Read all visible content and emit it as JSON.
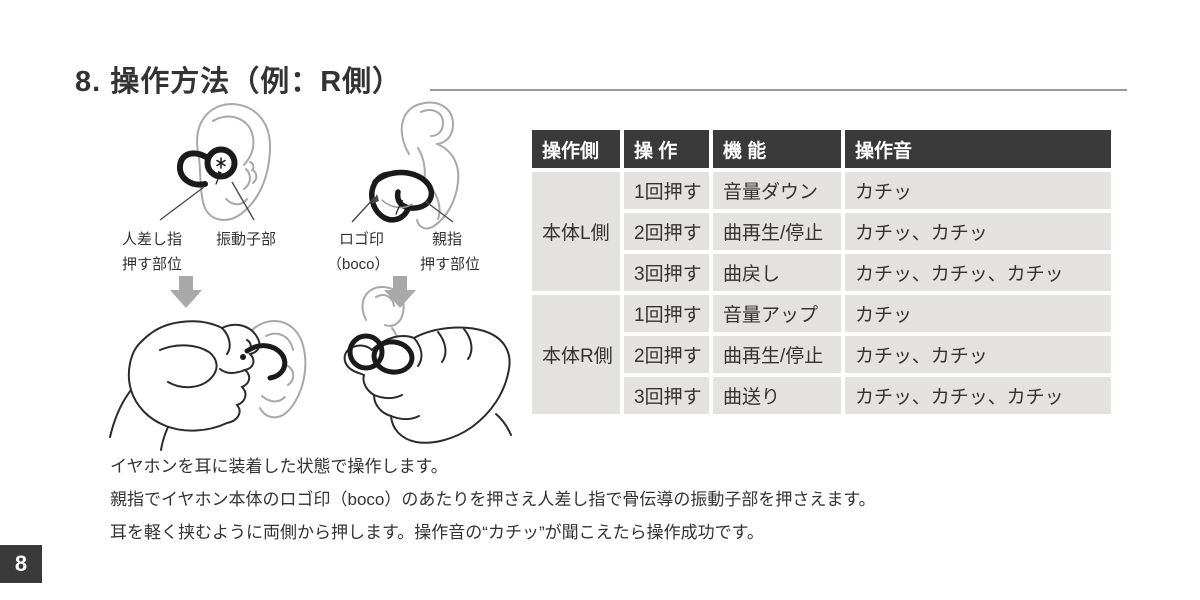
{
  "page": {
    "title": "8. 操作方法（例：R側）",
    "page_number": "8"
  },
  "figure": {
    "labels": {
      "index_finger_line1": "人差し指",
      "index_finger_line2": "押す部位",
      "transducer": "振動子部",
      "logo_line1": "ロゴ印",
      "logo_line2": "（boco）",
      "thumb_line1": "親指",
      "thumb_line2": "押す部位"
    },
    "icons": {
      "down_arrow": "block-down-arrow"
    }
  },
  "table": {
    "headers": [
      "操作側",
      "操 作",
      "機 能",
      "操作音"
    ],
    "groups": [
      {
        "side": "本体L側",
        "rows": [
          {
            "operation": "1回押す",
            "function": "音量ダウン",
            "sound": "カチッ"
          },
          {
            "operation": "2回押す",
            "function": "曲再生/停止",
            "sound": "カチッ、カチッ"
          },
          {
            "operation": "3回押す",
            "function": "曲戻し",
            "sound": "カチッ、カチッ、カチッ"
          }
        ]
      },
      {
        "side": "本体R側",
        "rows": [
          {
            "operation": "1回押す",
            "function": "音量アップ",
            "sound": "カチッ"
          },
          {
            "operation": "2回押す",
            "function": "曲再生/停止",
            "sound": "カチッ、カチッ"
          },
          {
            "operation": "3回押す",
            "function": "曲送り",
            "sound": "カチッ、カチッ、カチッ"
          }
        ]
      }
    ]
  },
  "notes": {
    "line1": "イヤホンを耳に装着した状態で操作します。",
    "line2": "親指でイヤホン本体のロゴ印（boco）のあたりを押さえ人差し指で骨伝導の振動子部を押さえます。",
    "line3": "耳を軽く挟むように両側から押します。操作音の“カチッ”が聞こえたら操作成功です。"
  },
  "colors": {
    "header_bg": "#3A3A3A",
    "cell_bg": "#E3E2DE",
    "ink": "#333333",
    "rule_gray": "#999999",
    "arrow_gray": "#A9A9A9",
    "ear_gray": "#A8A8A8",
    "earphone_black": "#1A1A1A"
  }
}
